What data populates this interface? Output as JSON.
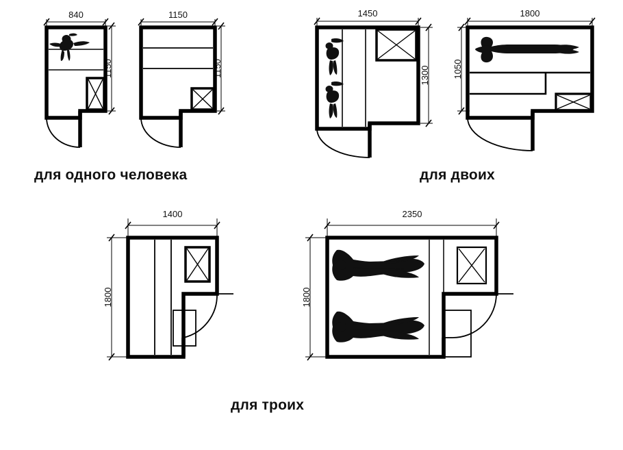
{
  "drawing": {
    "title_type": "sauna-layout-plans",
    "units": "mm",
    "line_color": "#000000",
    "wall_color": "#000000",
    "background": "#ffffff"
  },
  "groups": [
    {
      "id": "one-person",
      "caption": "для одного человека",
      "plans": [
        {
          "id": "plan-840",
          "width_label": "840",
          "height_label": "1150",
          "occupants": 1,
          "figure_pose": "lying-on-bench",
          "heater": "corner-stove",
          "door": "swing-left"
        },
        {
          "id": "plan-1150",
          "width_label": "1150",
          "height_label": "1150",
          "occupants": 0,
          "figure_pose": "none",
          "heater": "corner-stove",
          "door": "swing-left"
        }
      ]
    },
    {
      "id": "two-persons",
      "caption": "для двоих",
      "plans": [
        {
          "id": "plan-1450",
          "width_label": "1450",
          "height_label": "1300",
          "occupants": 2,
          "figure_pose": "seated-pair",
          "heater": "corner-stove",
          "door": "swing-left"
        },
        {
          "id": "plan-1800",
          "width_label": "1800",
          "height_label": "1050",
          "occupants": 1,
          "figure_pose": "lying-full-length",
          "heater": "corner-stove",
          "door": "swing-left"
        }
      ]
    },
    {
      "id": "three-persons",
      "caption": "для троих",
      "plans": [
        {
          "id": "plan-1400",
          "width_label": "1400",
          "height_label": "1800",
          "occupants": 0,
          "figure_pose": "none",
          "heater": "wall-stove",
          "door": "swing-right"
        },
        {
          "id": "plan-2350",
          "width_label": "2350",
          "height_label": "1800",
          "occupants": 2,
          "figure_pose": "lying-full-length-pair",
          "heater": "wall-stove",
          "door": "swing-right"
        }
      ]
    }
  ]
}
